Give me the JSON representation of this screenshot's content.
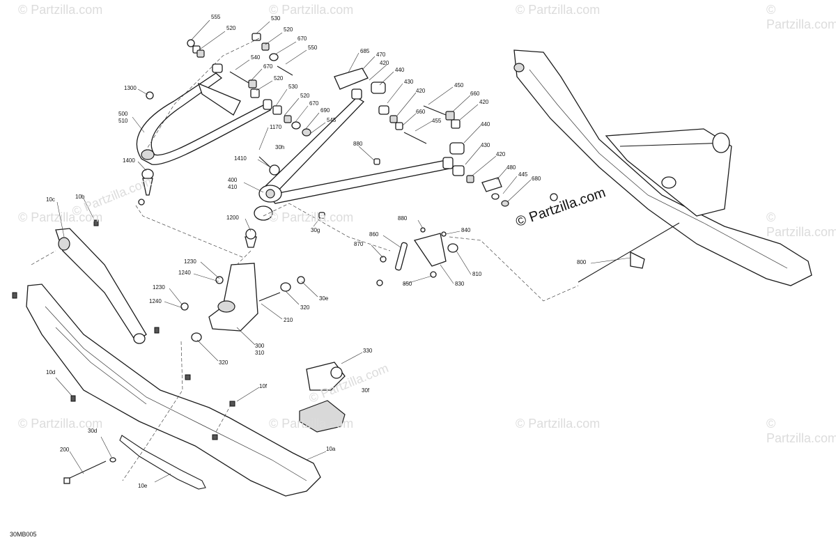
{
  "watermarks": {
    "text": "© Partzilla.com"
  },
  "figure_code": "30MB005",
  "callouts": [
    {
      "label": "555"
    },
    {
      "label": "520"
    },
    {
      "label": "530"
    },
    {
      "label": "520"
    },
    {
      "label": "670"
    },
    {
      "label": "550"
    },
    {
      "label": "540"
    },
    {
      "label": "670"
    },
    {
      "label": "520"
    },
    {
      "label": "530"
    },
    {
      "label": "520"
    },
    {
      "label": "670"
    },
    {
      "label": "690"
    },
    {
      "label": "545"
    },
    {
      "label": "1300"
    },
    {
      "label": "500\n510"
    },
    {
      "label": "1400"
    },
    {
      "label": "1170"
    },
    {
      "label": "30h"
    },
    {
      "label": "1410"
    },
    {
      "label": "400\n410"
    },
    {
      "label": "880"
    },
    {
      "label": "685"
    },
    {
      "label": "470"
    },
    {
      "label": "420"
    },
    {
      "label": "440"
    },
    {
      "label": "430"
    },
    {
      "label": "420"
    },
    {
      "label": "660"
    },
    {
      "label": "450"
    },
    {
      "label": "660"
    },
    {
      "label": "420"
    },
    {
      "label": "455"
    },
    {
      "label": "440"
    },
    {
      "label": "430"
    },
    {
      "label": "420"
    },
    {
      "label": "480"
    },
    {
      "label": "445"
    },
    {
      "label": "680"
    },
    {
      "label": "10c"
    },
    {
      "label": "10b"
    },
    {
      "label": "1200"
    },
    {
      "label": "30g"
    },
    {
      "label": "880"
    },
    {
      "label": "840"
    },
    {
      "label": "860"
    },
    {
      "label": "870"
    },
    {
      "label": "810"
    },
    {
      "label": "850"
    },
    {
      "label": "830"
    },
    {
      "label": "800"
    },
    {
      "label": "1230"
    },
    {
      "label": "1240"
    },
    {
      "label": "1230"
    },
    {
      "label": "1240"
    },
    {
      "label": "320"
    },
    {
      "label": "30e"
    },
    {
      "label": "210"
    },
    {
      "label": "300\n310"
    },
    {
      "label": "320"
    },
    {
      "label": "330"
    },
    {
      "label": "10d"
    },
    {
      "label": "10f"
    },
    {
      "label": "30f"
    },
    {
      "label": "30d"
    },
    {
      "label": "200"
    },
    {
      "label": "10e"
    },
    {
      "label": "10a"
    }
  ]
}
